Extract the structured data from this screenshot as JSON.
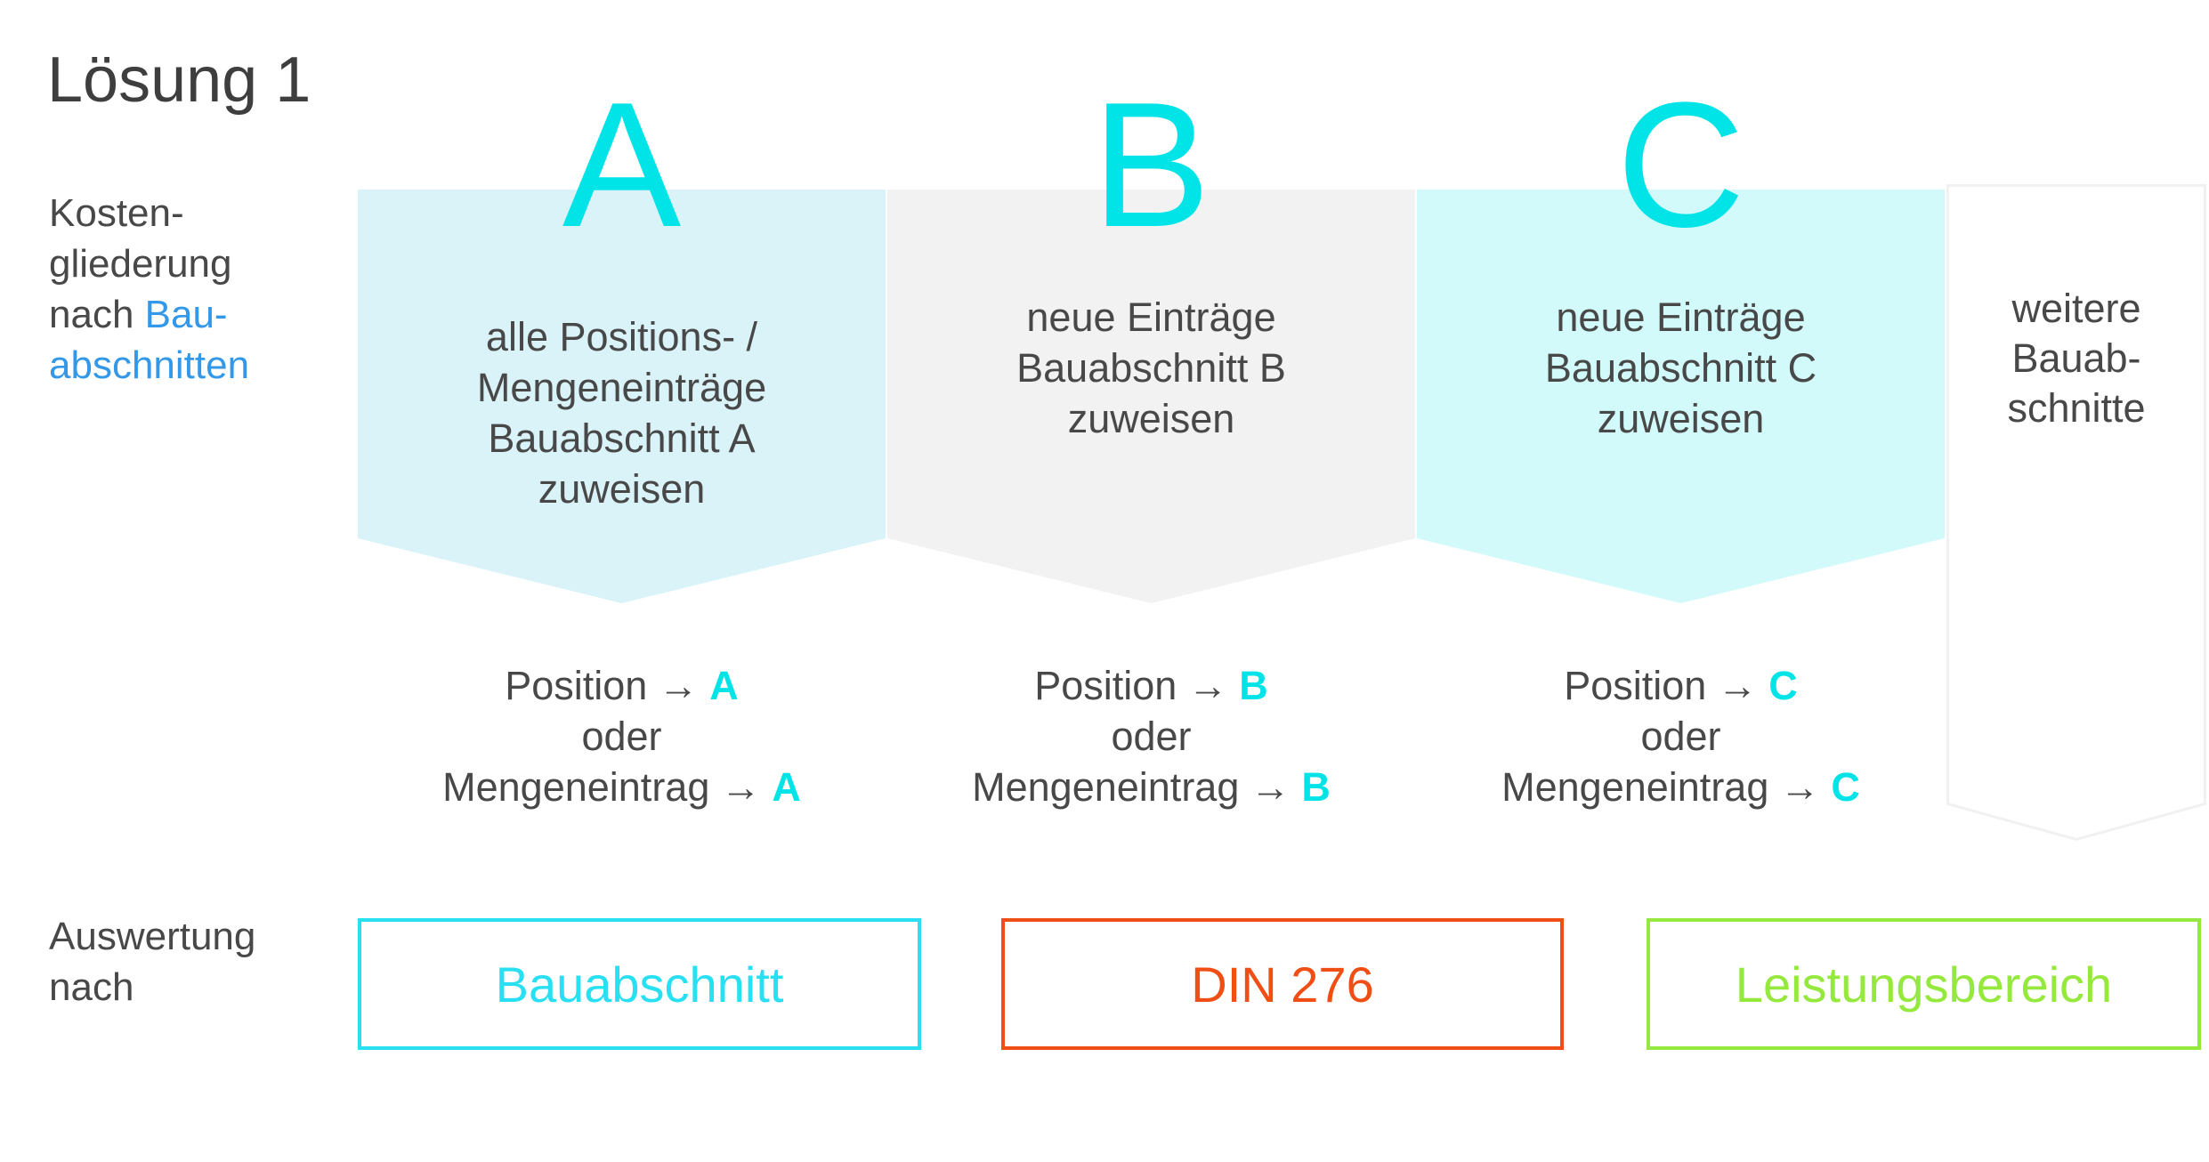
{
  "title": "Lösung 1",
  "colors": {
    "text": "#484848",
    "title": "#3e3e3e",
    "blue": "#3498e8",
    "letter_cyan": "#00e4e8",
    "banner_a_bg": "#d9f3f9",
    "banner_b_bg": "#f2f2f2",
    "banner_c_bg": "#d2fafa",
    "more_banner_fill": "#ffffff",
    "more_banner_border": "#f1f1f1",
    "box_cyan": "#29dff2",
    "box_orange": "#f04e14",
    "box_green": "#94e93c"
  },
  "sidebar": {
    "kosten_line1": "Kosten-",
    "kosten_line2": "gliederung",
    "kosten_line3_gray": "nach ",
    "kosten_line3_blue": "Bau-",
    "kosten_line4_blue": "abschnitten",
    "auswertung_line1": "Auswertung",
    "auswertung_line2": "nach"
  },
  "columns": [
    {
      "big_letter": "A",
      "banner_line1": "alle Positions- /",
      "banner_line2": "Mengeneinträge",
      "banner_line3": "Bauabschnitt A",
      "banner_line4": "zuweisen",
      "position_prefix": "Position → ",
      "oder": "oder",
      "menge_prefix": "Mengeneintrag → ",
      "assign_letter": "A"
    },
    {
      "big_letter": "B",
      "banner_line1": "neue Einträge",
      "banner_line2": "Bauabschnitt B",
      "banner_line3": "zuweisen",
      "position_prefix": "Position → ",
      "oder": "oder",
      "menge_prefix": "Mengeneintrag → ",
      "assign_letter": "B"
    },
    {
      "big_letter": "C",
      "banner_line1": "neue Einträge",
      "banner_line2": "Bauabschnitt C",
      "banner_line3": "zuweisen",
      "position_prefix": "Position → ",
      "oder": "oder",
      "menge_prefix": "Mengeneintrag → ",
      "assign_letter": "C"
    }
  ],
  "more_banner": {
    "line1": "weitere",
    "line2": "Bauab-",
    "line3": "schnitte"
  },
  "result_boxes": [
    {
      "label": "Bauabschnitt"
    },
    {
      "label": "DIN 276"
    },
    {
      "label": "Leistungsbereich"
    }
  ]
}
